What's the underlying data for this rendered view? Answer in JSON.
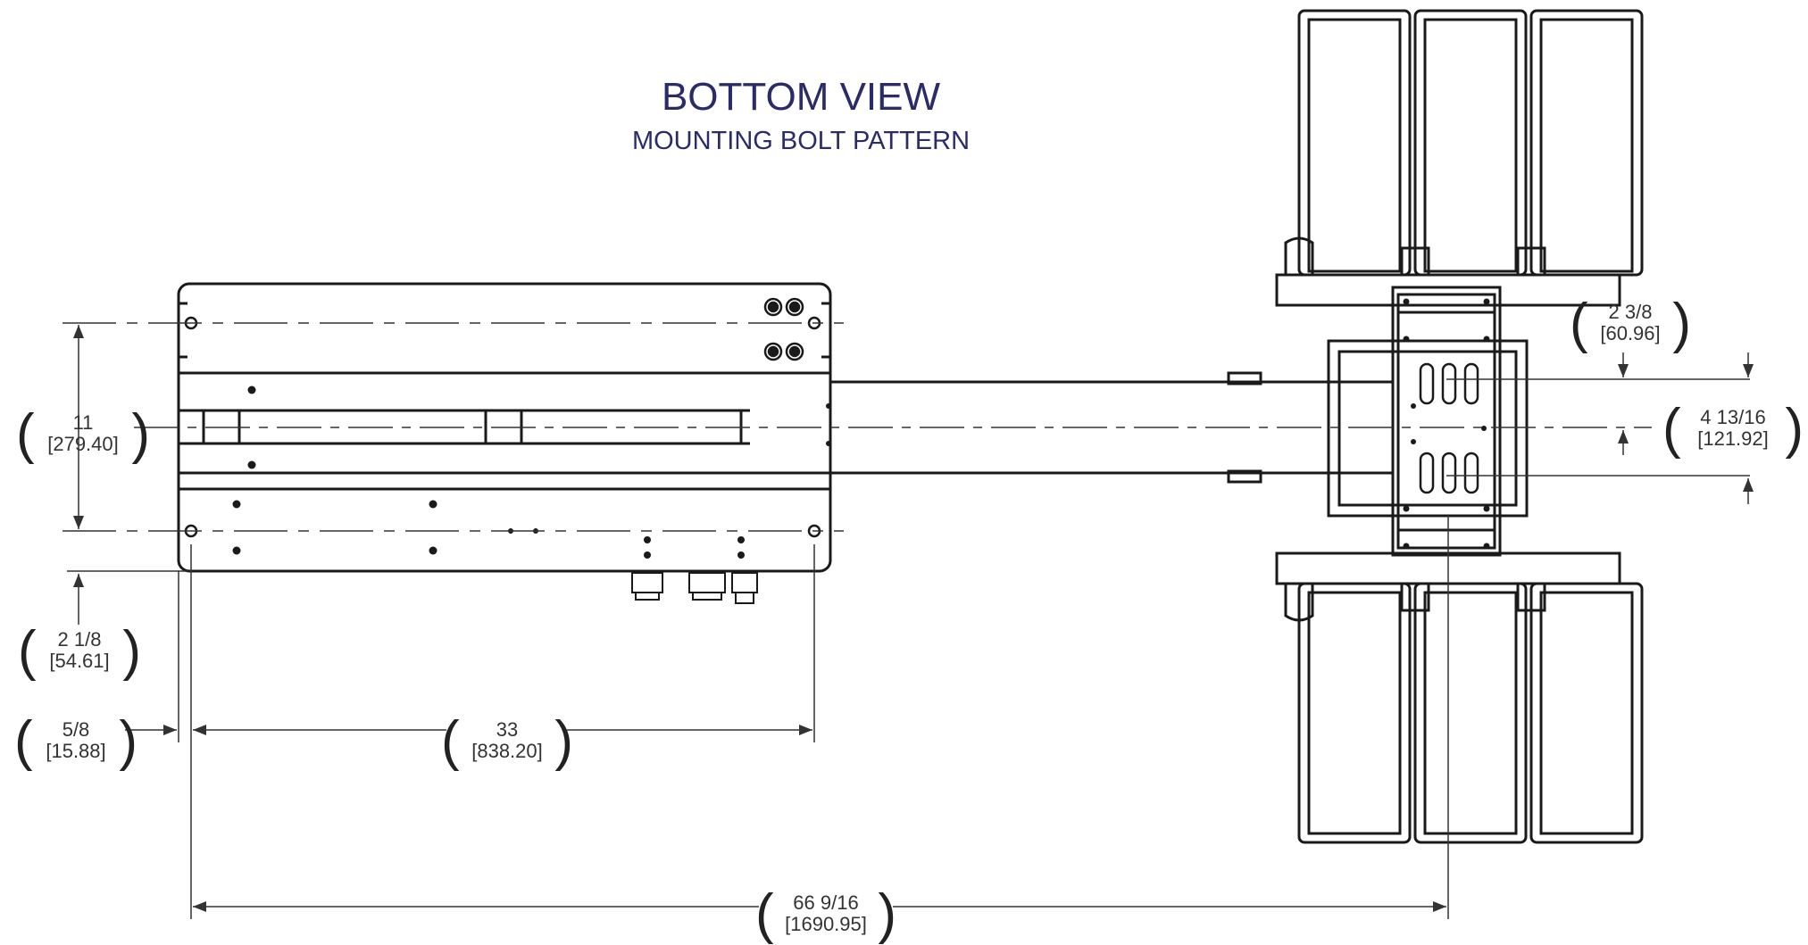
{
  "title": "BOTTOM VIEW",
  "subtitle": "MOUNTING BOLT PATTERN",
  "dimensions": [
    {
      "id": "height_overall",
      "imperial": "11",
      "metric": "[279.40]"
    },
    {
      "id": "edge_offset_vertical",
      "imperial": "2 1/8",
      "metric": "[54.61]"
    },
    {
      "id": "edge_offset_horizontal",
      "imperial": "5/8",
      "metric": "[15.88]"
    },
    {
      "id": "bolt_span_horizontal",
      "imperial": "33",
      "metric": "[838.20]"
    },
    {
      "id": "overall_length",
      "imperial": "66 9/16",
      "metric": "[1690.95]"
    },
    {
      "id": "bracket_offset",
      "imperial": "2 3/8",
      "metric": "[60.96]"
    },
    {
      "id": "bracket_span",
      "imperial": "4 13/16",
      "metric": "[121.92]"
    }
  ],
  "colors": {
    "title": "#2a2b6b",
    "line": "#1a1a1a",
    "dim_line": "#444444"
  }
}
